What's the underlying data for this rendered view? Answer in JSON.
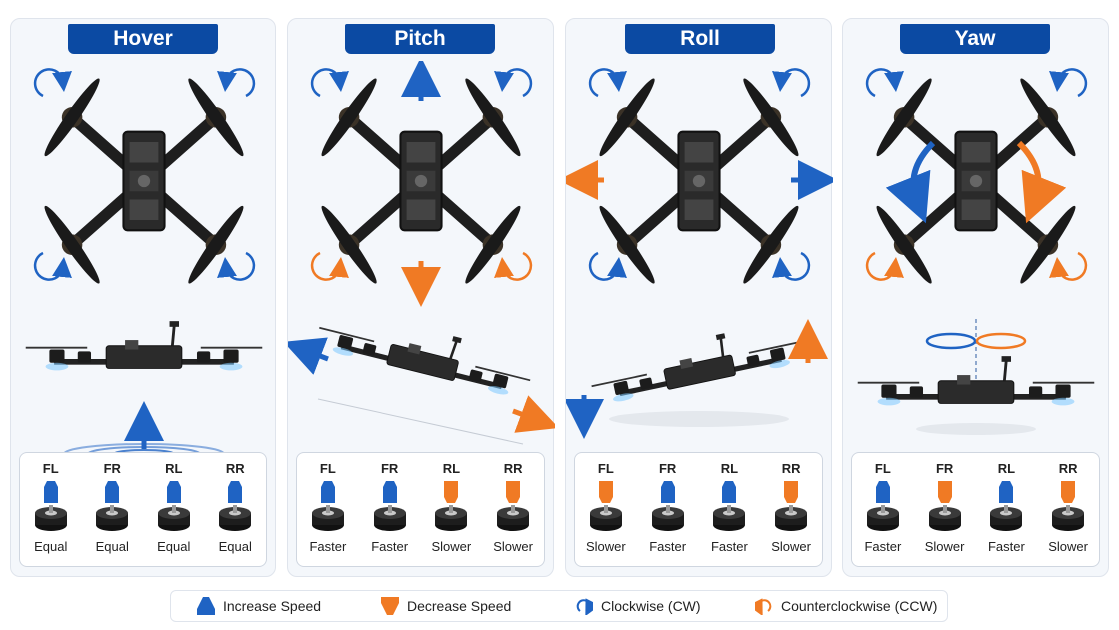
{
  "colors": {
    "blue": "#1f63c3",
    "orange": "#f07a24",
    "tab": "#0b4aa3"
  },
  "icons": {
    "increase": "up-arrow-icon",
    "decrease": "down-arrow-icon",
    "cw": "clockwise-icon",
    "ccw": "counterclockwise-icon"
  },
  "panels": [
    {
      "title": "Hover",
      "motors": [
        {
          "label": "FL",
          "state": "Equal",
          "dir": "up"
        },
        {
          "label": "FR",
          "state": "Equal",
          "dir": "up"
        },
        {
          "label": "RL",
          "state": "Equal",
          "dir": "up"
        },
        {
          "label": "RR",
          "state": "Equal",
          "dir": "up"
        }
      ]
    },
    {
      "title": "Pitch",
      "motors": [
        {
          "label": "FL",
          "state": "Faster",
          "dir": "up"
        },
        {
          "label": "FR",
          "state": "Faster",
          "dir": "up"
        },
        {
          "label": "RL",
          "state": "Slower",
          "dir": "down"
        },
        {
          "label": "RR",
          "state": "Slower",
          "dir": "down"
        }
      ]
    },
    {
      "title": "Roll",
      "motors": [
        {
          "label": "FL",
          "state": "Slower",
          "dir": "down"
        },
        {
          "label": "FR",
          "state": "Faster",
          "dir": "up"
        },
        {
          "label": "RL",
          "state": "Faster",
          "dir": "up"
        },
        {
          "label": "RR",
          "state": "Slower",
          "dir": "down"
        }
      ]
    },
    {
      "title": "Yaw",
      "motors": [
        {
          "label": "FL",
          "state": "Faster",
          "dir": "up"
        },
        {
          "label": "FR",
          "state": "Slower",
          "dir": "down"
        },
        {
          "label": "RL",
          "state": "Faster",
          "dir": "up"
        },
        {
          "label": "RR",
          "state": "Slower",
          "dir": "down"
        }
      ]
    }
  ],
  "legend": {
    "increase": "Increase Speed",
    "decrease": "Decrease Speed",
    "cw": "Clockwise (CW)",
    "ccw": "Counterclockwise (CCW)"
  }
}
